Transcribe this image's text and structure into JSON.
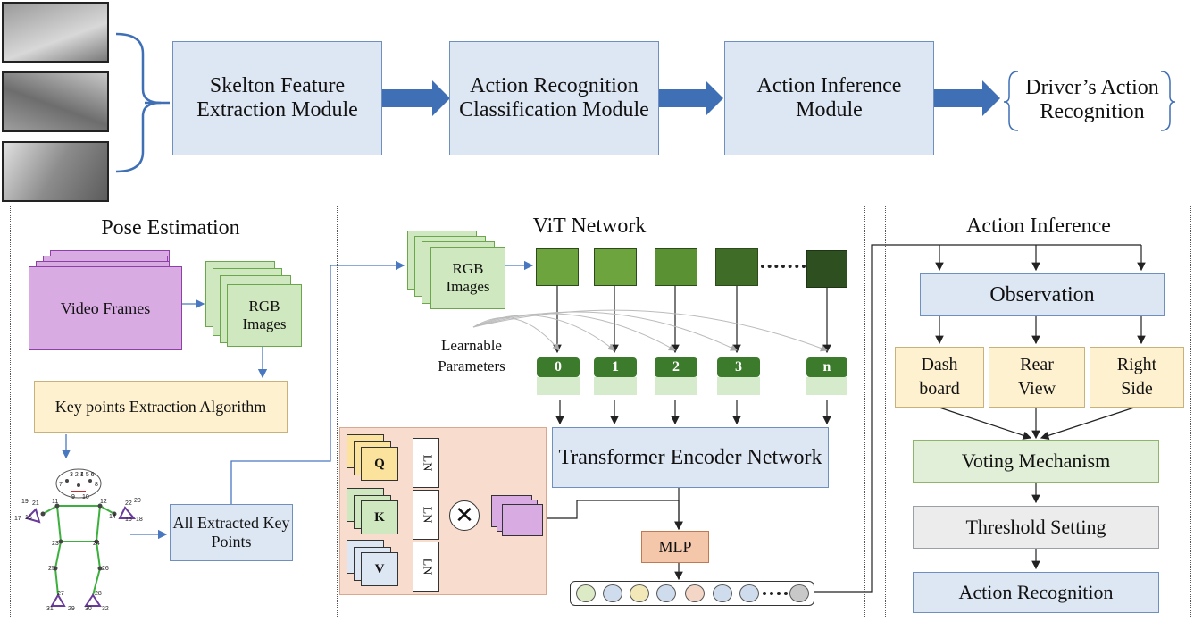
{
  "pipeline": {
    "skeleton": "Skelton Feature Extraction Module",
    "classification": "Action Recognition Classification Module",
    "inference": "Action Inference Module",
    "output": "Driver’s Action Recognition"
  },
  "pose": {
    "title": "Pose Estimation",
    "video_frames": "Video Frames",
    "rgb_images": "RGB Images",
    "keypoint_algo": "Key points Extraction Algorithm",
    "all_keypoints": "All Extracted Key Points"
  },
  "vit": {
    "title": "ViT Network",
    "rgb_images": "RGB Images",
    "learnable": "Learnable Parameters",
    "tokens": [
      "0",
      "1",
      "2",
      "3",
      "n"
    ],
    "encoder": "Transformer Encoder Network",
    "mlp": "MLP",
    "q": "Q",
    "k": "K",
    "v": "V",
    "ln": "LN",
    "patch_colors": [
      "#6ea43d",
      "#6ea43d",
      "#5a9233",
      "#3f6d28",
      "#2e5020"
    ],
    "output_colors": [
      "#dceac5",
      "#cfdcee",
      "#f3e9b8",
      "#cfdcee",
      "#f4d6c6",
      "#cfdcee",
      "#cfdcee",
      "#c8c8c8"
    ]
  },
  "inference": {
    "title": "Action Inference",
    "observation": "Observation",
    "dash": "Dash board",
    "rear": "Rear View",
    "right": "Right Side",
    "voting": "Voting Mechanism",
    "threshold": "Threshold Setting",
    "recognition": "Action Recognition"
  }
}
